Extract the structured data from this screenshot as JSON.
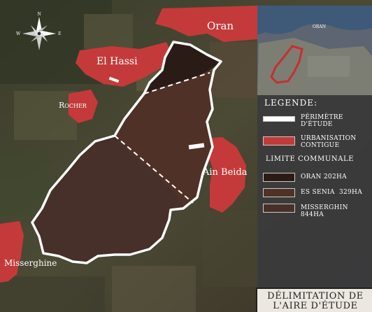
{
  "map": {
    "labels": {
      "oran": "Oran",
      "el_hassi": "El Hassi",
      "rocher": "Rocher",
      "ain_beida": "Ain Beida",
      "misserghine": "Misserghine",
      "inset_oran": "ORAN",
      "north": "N",
      "west": "W",
      "east": "E"
    },
    "colors": {
      "urbanisation": "#c43a3a",
      "perimeter": "#ffffff",
      "oran_zone": "#2b1b17",
      "es_senia_zone": "#4f3128",
      "misserghin_zone": "#47302a",
      "satellite_dark": "#2a3122",
      "satellite_light": "#6b6a4e"
    }
  },
  "legend": {
    "title": "LEGENDE:",
    "items": [
      {
        "label": "Périmètre d'étude",
        "icon": "white-line-swatch"
      },
      {
        "label": "Urbanisation contigue",
        "icon": "red-fill-swatch"
      }
    ],
    "section_title": "LIMITE COMMUNALE",
    "communes": [
      {
        "label": "ORAN 202HA",
        "color": "#2b1b17"
      },
      {
        "label": "ES SENIA  329HA",
        "color": "#4f3128"
      },
      {
        "label": "MISSERGHIN 844HA",
        "color": "#47302a"
      }
    ]
  },
  "title_box": {
    "line1": "Délimitation de",
    "line2": "l'aire d'étude"
  }
}
